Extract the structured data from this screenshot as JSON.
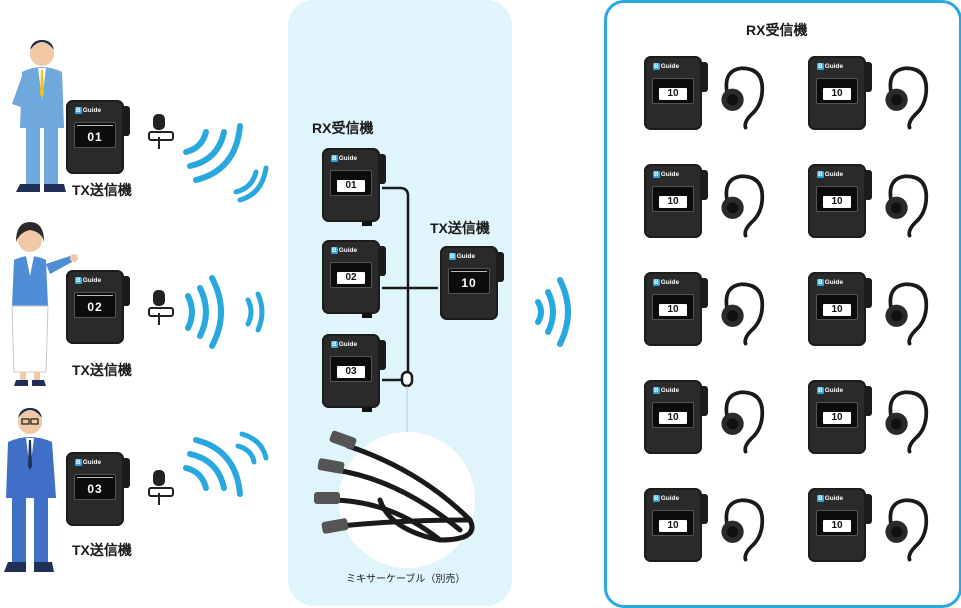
{
  "left": {
    "transmitters": [
      {
        "label": "TX送信機",
        "channel": "01"
      },
      {
        "label": "TX送信機",
        "channel": "02"
      },
      {
        "label": "TX送信機",
        "channel": "03"
      }
    ]
  },
  "middle": {
    "rx_label": "RX受信機",
    "rx_channels": [
      "01",
      "02",
      "03"
    ],
    "tx_label": "TX送信機",
    "tx_channel": "10",
    "cable_label": "ミキサーケーブル（別売）"
  },
  "right": {
    "title": "RX受信機",
    "receiver_channel": "10"
  },
  "device": {
    "brand": "Guide",
    "brand_mark": "B"
  },
  "colors": {
    "accent": "#29a8e0",
    "panel_bg": "#dff4fb",
    "device": "#2a2a2a"
  }
}
